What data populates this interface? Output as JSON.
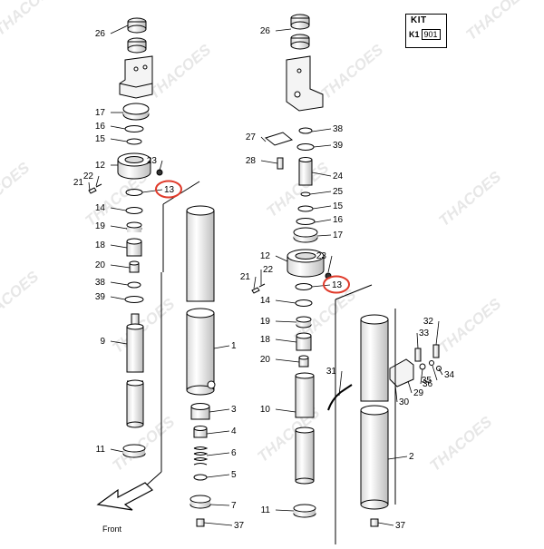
{
  "kit": {
    "title": "KIT",
    "key": "K1",
    "code": "901"
  },
  "watermark": "THACOES",
  "front_label": "Front",
  "callouts": {
    "left": [
      {
        "n": "26"
      },
      {
        "n": "17"
      },
      {
        "n": "16"
      },
      {
        "n": "15"
      },
      {
        "n": "12"
      },
      {
        "n": "23"
      },
      {
        "n": "21"
      },
      {
        "n": "22"
      },
      {
        "n": "13",
        "highlight": true
      },
      {
        "n": "14"
      },
      {
        "n": "19"
      },
      {
        "n": "18"
      },
      {
        "n": "20"
      },
      {
        "n": "38"
      },
      {
        "n": "39"
      },
      {
        "n": "9"
      },
      {
        "n": "11"
      },
      {
        "n": "1"
      },
      {
        "n": "3"
      },
      {
        "n": "4"
      },
      {
        "n": "6"
      },
      {
        "n": "5"
      },
      {
        "n": "7"
      },
      {
        "n": "37"
      }
    ],
    "right": [
      {
        "n": "26"
      },
      {
        "n": "38"
      },
      {
        "n": "27"
      },
      {
        "n": "39"
      },
      {
        "n": "28"
      },
      {
        "n": "24"
      },
      {
        "n": "25"
      },
      {
        "n": "15"
      },
      {
        "n": "16"
      },
      {
        "n": "17"
      },
      {
        "n": "12"
      },
      {
        "n": "23"
      },
      {
        "n": "22"
      },
      {
        "n": "21"
      },
      {
        "n": "13",
        "highlight": true
      },
      {
        "n": "14"
      },
      {
        "n": "19"
      },
      {
        "n": "18"
      },
      {
        "n": "20"
      },
      {
        "n": "10"
      },
      {
        "n": "11"
      },
      {
        "n": "31"
      },
      {
        "n": "32"
      },
      {
        "n": "33"
      },
      {
        "n": "36"
      },
      {
        "n": "35"
      },
      {
        "n": "34"
      },
      {
        "n": "29"
      },
      {
        "n": "30"
      },
      {
        "n": "2"
      },
      {
        "n": "37"
      }
    ]
  },
  "colors": {
    "line": "#000000",
    "highlight": "#e03a2a",
    "watermark": "#cfcfcf",
    "part_fill": "#f2f2f2"
  }
}
